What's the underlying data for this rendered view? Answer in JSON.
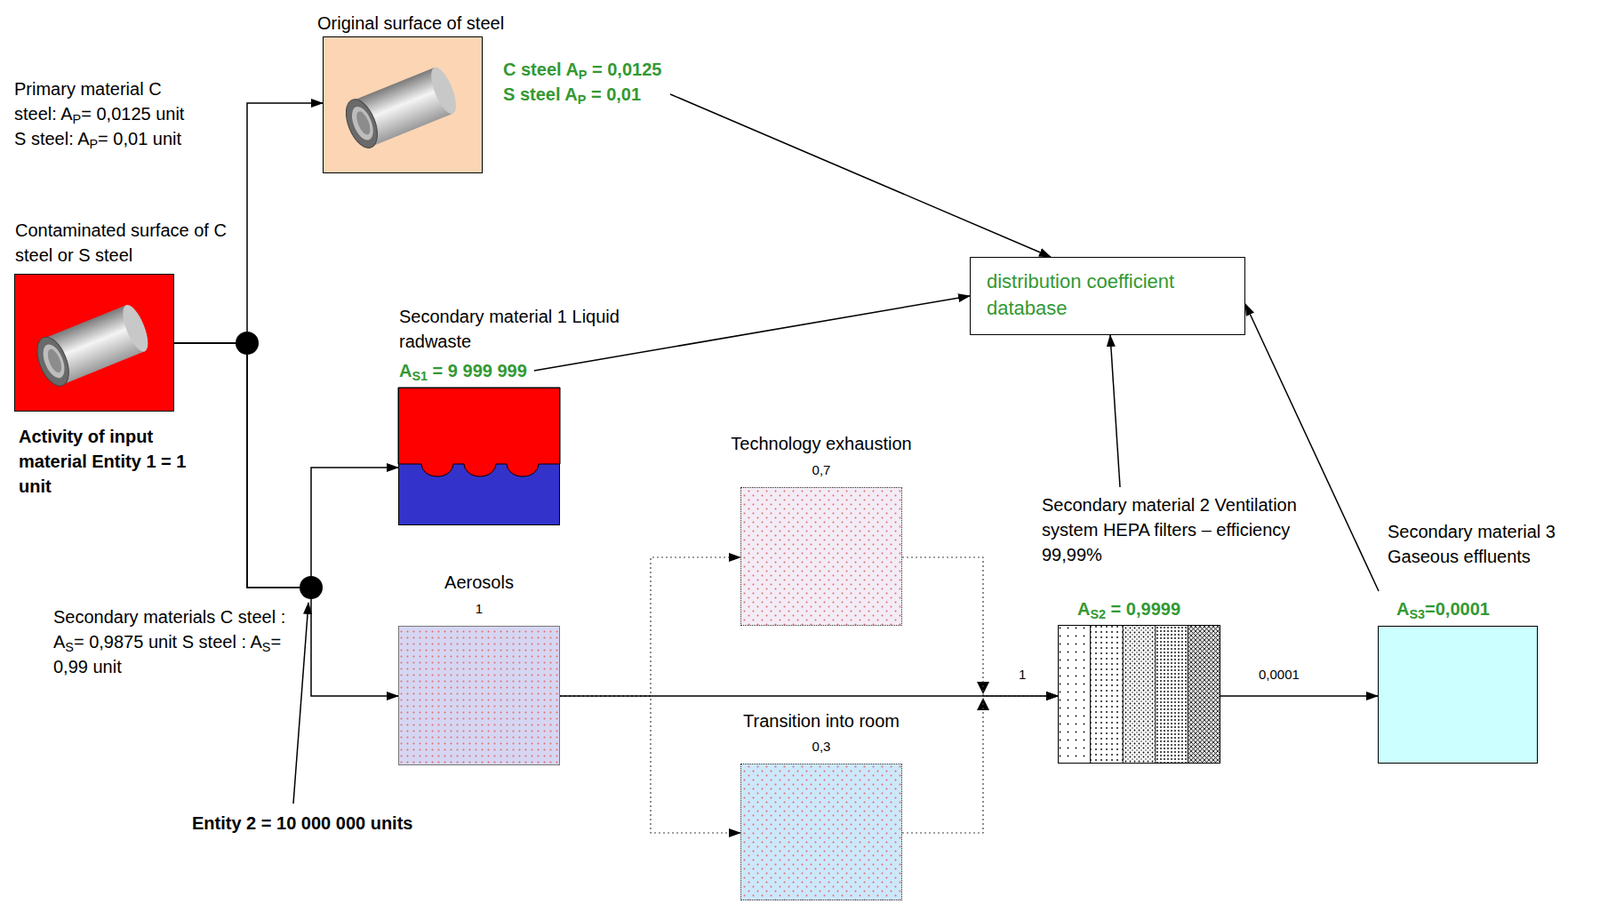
{
  "diagram": {
    "nodes": [
      {
        "text": [
          "Original surface of steel",
          "C steel AP = 0,0125 S steel AP = 0,01"
        ]
      },
      {
        "text": [
          "Contaminated surface of C steel or S steel",
          "Activity of input material Entity 1 = 1 unit"
        ]
      },
      {
        "text": [
          "distribution coefficient database"
        ]
      },
      {
        "text": [
          "Secondary material 1 Liquid radwaste",
          "AS1 = 9 999 999"
        ]
      },
      {
        "text": [
          "Technology exhaustion",
          "0,7"
        ]
      },
      {
        "text": [
          "Aerosols",
          "1"
        ]
      },
      {
        "text": [
          "Secondary material 2 Ventilation system HEPA filters – efficiency 99,99%",
          "AS2 = 0,9999"
        ]
      },
      {
        "text": [
          "Secondary material 3 Gaseous effluents",
          "AS3=0,0001"
        ]
      },
      {
        "text": [
          "Transition into room",
          "0,3"
        ]
      }
    ],
    "edges": [
      {
        "from": 1,
        "to": 0,
        "arrow": "to"
      },
      {
        "from": 1,
        "to": 3,
        "arrow": "to"
      },
      {
        "from": 1,
        "to": 5,
        "arrow": "to"
      },
      {
        "from": 0,
        "to": 2,
        "arrow": "to"
      },
      {
        "from": 3,
        "to": 2,
        "arrow": "to"
      },
      {
        "from": 6,
        "to": 2,
        "arrow": "to"
      },
      {
        "from": 7,
        "to": 2,
        "arrow": "to"
      },
      {
        "from": 5,
        "to": 4,
        "arrow": "to"
      },
      {
        "from": 5,
        "to": 8,
        "arrow": "to"
      },
      {
        "from": 4,
        "to": 6,
        "arrow": "to"
      },
      {
        "from": 8,
        "to": 6,
        "arrow": "to"
      },
      {
        "from": 5,
        "to": 6,
        "label": "1",
        "arrow": "to"
      },
      {
        "from": 6,
        "to": 7,
        "label": "0,0001",
        "arrow": "to"
      }
    ],
    "labels": [
      "Primary material C steel: AP= 0,0125 unit S steel: AP= 0,01 unit",
      "Secondary materials C steel : AS= 0,9875 unit S steel : AS= 0,99 unit",
      "Entity 2 = 10 000 000 units"
    ]
  }
}
